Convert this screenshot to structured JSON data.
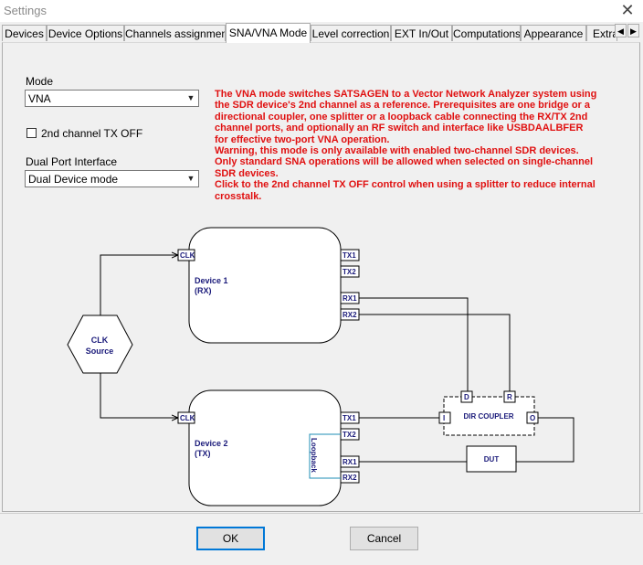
{
  "window": {
    "title": "Settings",
    "close_glyph": "✕"
  },
  "tabs": [
    {
      "label": "Devices",
      "active": false
    },
    {
      "label": "Device Options",
      "active": false
    },
    {
      "label": "Channels assignment",
      "active": false
    },
    {
      "label": "SNA/VNA Mode",
      "active": true
    },
    {
      "label": "Level correction",
      "active": false
    },
    {
      "label": "EXT In/Out",
      "active": false
    },
    {
      "label": "Computations",
      "active": false
    },
    {
      "label": "Appearance",
      "active": false
    },
    {
      "label": "Extra",
      "active": false
    }
  ],
  "tab_scroll": {
    "left_glyph": "◀",
    "right_glyph": "▶"
  },
  "mode": {
    "label": "Mode",
    "value": "VNA"
  },
  "second_channel": {
    "label": "2nd channel TX OFF",
    "checked": false
  },
  "dual_port": {
    "label": "Dual Port Interface",
    "value": "Dual Device mode"
  },
  "info_lines": [
    "The VNA mode switches SATSAGEN to a Vector Network Analyzer system using",
    "the SDR device's 2nd channel as a reference. Prerequisites are one bridge or a",
    "directional coupler, one splitter or a loopback cable connecting the RX/TX 2nd",
    "channel ports, and optionally an RF switch and interface like USBDAALBFER",
    "for effective two-port VNA operation.",
    "Warning, this mode is only available with enabled two-channel SDR devices.",
    "Only standard SNA operations will be allowed when selected on single-channel",
    "SDR devices.",
    "Click to the 2nd channel TX OFF control when using a splitter to reduce internal",
    "crosstalk."
  ],
  "diagram": {
    "device1": {
      "name": "Device 1",
      "sub": "(RX)"
    },
    "device2": {
      "name": "Device 2",
      "sub": "(TX)"
    },
    "clk_source": {
      "line1": "CLK",
      "line2": "Source"
    },
    "ports": {
      "clk": "CLK",
      "tx1": "TX1",
      "tx2": "TX2",
      "rx1": "RX1",
      "rx2": "RX2"
    },
    "coupler": {
      "label": "DIR COUPLER",
      "d": "D",
      "r": "R",
      "i": "I",
      "o": "O"
    },
    "dut": "DUT",
    "loopback": "Loopback",
    "colors": {
      "text_blue": "#1a1a7a",
      "loopback": "#1e8cb4",
      "info": "#e01010"
    }
  },
  "buttons": {
    "ok": "OK",
    "cancel": "Cancel"
  }
}
